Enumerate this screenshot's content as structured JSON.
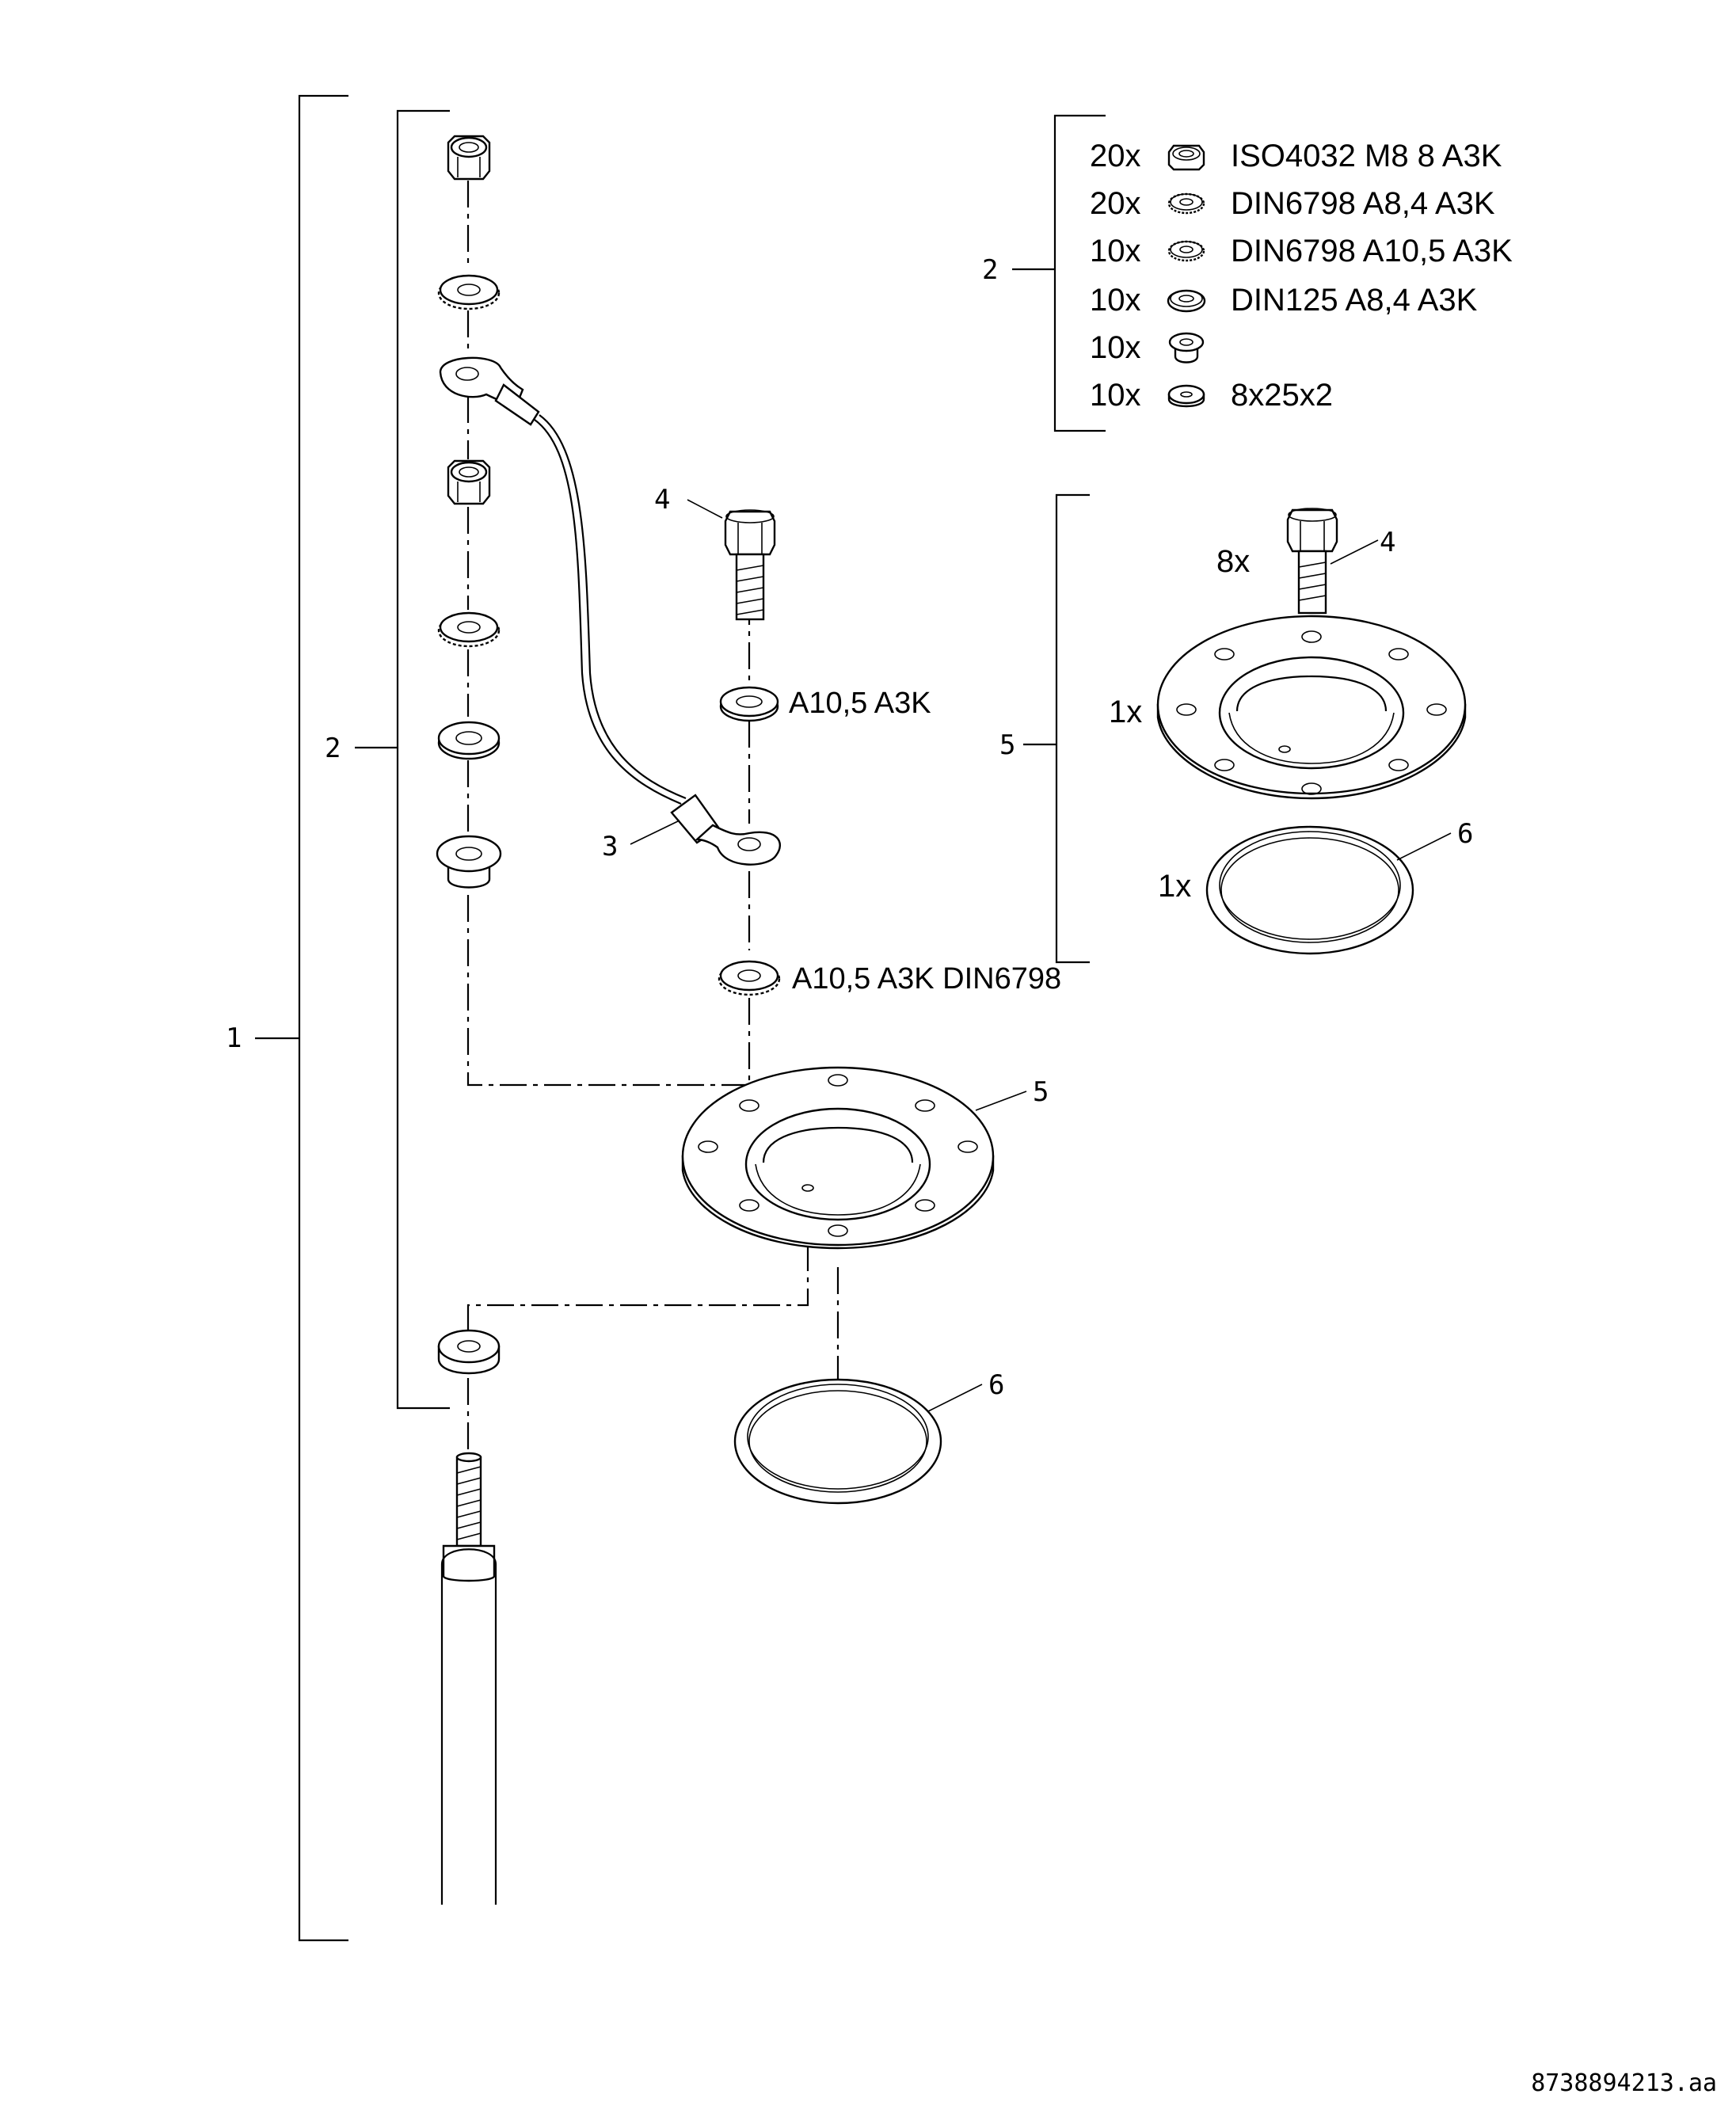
{
  "callouts": {
    "c1": "1",
    "c2_main": "2",
    "c2_list": "2",
    "c3": "3",
    "c4_main": "4",
    "c4_kit": "4",
    "c5_main": "5",
    "c5_kit": "5",
    "c6_main": "6",
    "c6_kit": "6"
  },
  "annotations": {
    "washer_top": "A10,5 A3K",
    "washer_bottom": "A10,5 A3K DIN6798"
  },
  "parts_list": [
    {
      "qty": "20x",
      "icon": "hex-nut-icon",
      "spec": "ISO4032 M8 8 A3K"
    },
    {
      "qty": "20x",
      "icon": "serrated-lock-washer-icon",
      "spec": "DIN6798 A8,4 A3K"
    },
    {
      "qty": "10x",
      "icon": "serrated-lock-washer-icon",
      "spec": "DIN6798 A10,5 A3K"
    },
    {
      "qty": "10x",
      "icon": "flat-washer-icon",
      "spec": "DIN125 A8,4 A3K"
    },
    {
      "qty": "10x",
      "icon": "insulating-bushing-icon",
      "spec": ""
    },
    {
      "qty": "10x",
      "icon": "spacer-washer-icon",
      "spec": "8x25x2"
    }
  ],
  "kit": {
    "bolt_qty": "8x",
    "flange_qty": "1x",
    "gasket_qty": "1x"
  },
  "document_code": "8738894213.aa"
}
